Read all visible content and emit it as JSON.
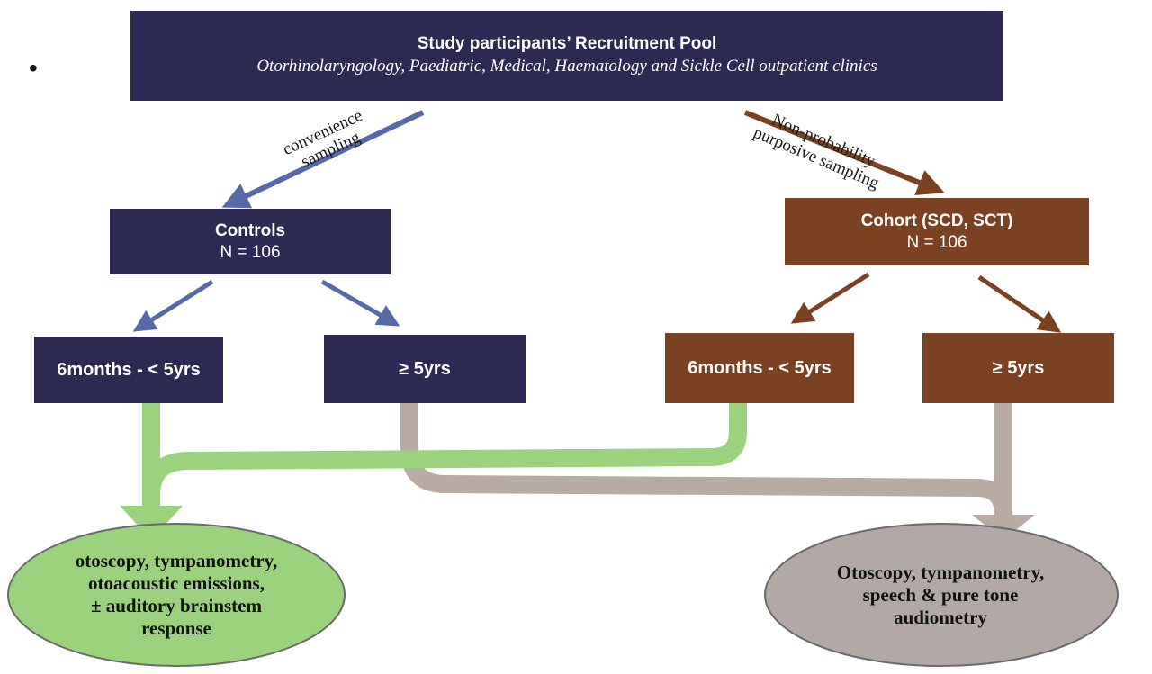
{
  "bullet": "•",
  "top_box": {
    "title": "Study participants’ Recruitment Pool",
    "subtitle": "Otorhinolaryngology, Paediatric, Medical, Haematology and Sickle Cell outpatient clinics"
  },
  "left_branch_label": {
    "line1": "convenience",
    "line2": "sampling"
  },
  "right_branch_label": {
    "line1": "Non-probability",
    "line2": "purposive sampling"
  },
  "controls": {
    "title": "Controls",
    "n": "N = 106"
  },
  "cohort": {
    "title": "Cohort (SCD, SCT)",
    "n": "N = 106"
  },
  "age_groups": {
    "controls_young": "6months  -  < 5yrs",
    "controls_old": "≥  5yrs",
    "cohort_young": "6months  -  < 5yrs",
    "cohort_old": "≥  5yrs"
  },
  "outcome_young": {
    "lines": [
      "otoscopy, tympanometry,",
      "otoacoustic emissions,",
      "± auditory brainstem",
      "response"
    ]
  },
  "outcome_old": {
    "lines": [
      "Otoscopy, tympanometry,",
      "speech  & pure tone",
      "audiometry"
    ]
  },
  "colors": {
    "navy": "#2c2a53",
    "brown": "#7b4222",
    "blue_arrow": "#5869a8",
    "brown_arrow": "#7b4222",
    "green": "#9bd27e",
    "green_ellipse": "#9bd27e",
    "gray": "#b7aba3",
    "gray_ellipse": "#b2a9a6"
  }
}
